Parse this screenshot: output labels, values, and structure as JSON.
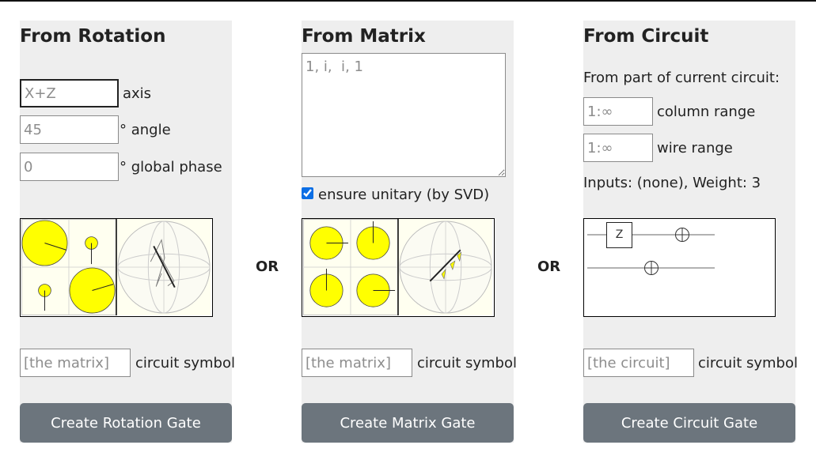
{
  "rotation": {
    "title": "From Rotation",
    "axis_placeholder": "X+Z",
    "axis_label": "axis",
    "angle_placeholder": "45",
    "angle_label": "° angle",
    "phase_placeholder": "0",
    "phase_label": "° global phase",
    "symbol_placeholder": "[the matrix]",
    "symbol_label": "circuit symbol",
    "button_label": "Create Rotation Gate"
  },
  "separator": {
    "or_label": "OR"
  },
  "matrix": {
    "title": "From Matrix",
    "matrix_placeholder": "1, i,  i, 1",
    "unitary_label": "ensure unitary (by SVD)",
    "unitary_checked": true,
    "symbol_placeholder": "[the matrix]",
    "symbol_label": "circuit symbol",
    "button_label": "Create Matrix Gate"
  },
  "circuit": {
    "title": "From Circuit",
    "subtitle": "From part of current circuit:",
    "column_placeholder": "1:∞",
    "column_label": "column range",
    "wire_placeholder": "1:∞",
    "wire_label": "wire range",
    "info": "Inputs: (none), Weight: 3",
    "gate_z": "Z",
    "symbol_placeholder": "[the circuit]",
    "symbol_label": "circuit symbol",
    "button_label": "Create Circuit Gate"
  },
  "colors": {
    "panel_bg": "#eeeeee",
    "button_bg": "#6c757d",
    "amplitude_fill": "#ffff00",
    "cell_bg": "#fffff0",
    "checkbox_accent": "#0b6ee5"
  }
}
